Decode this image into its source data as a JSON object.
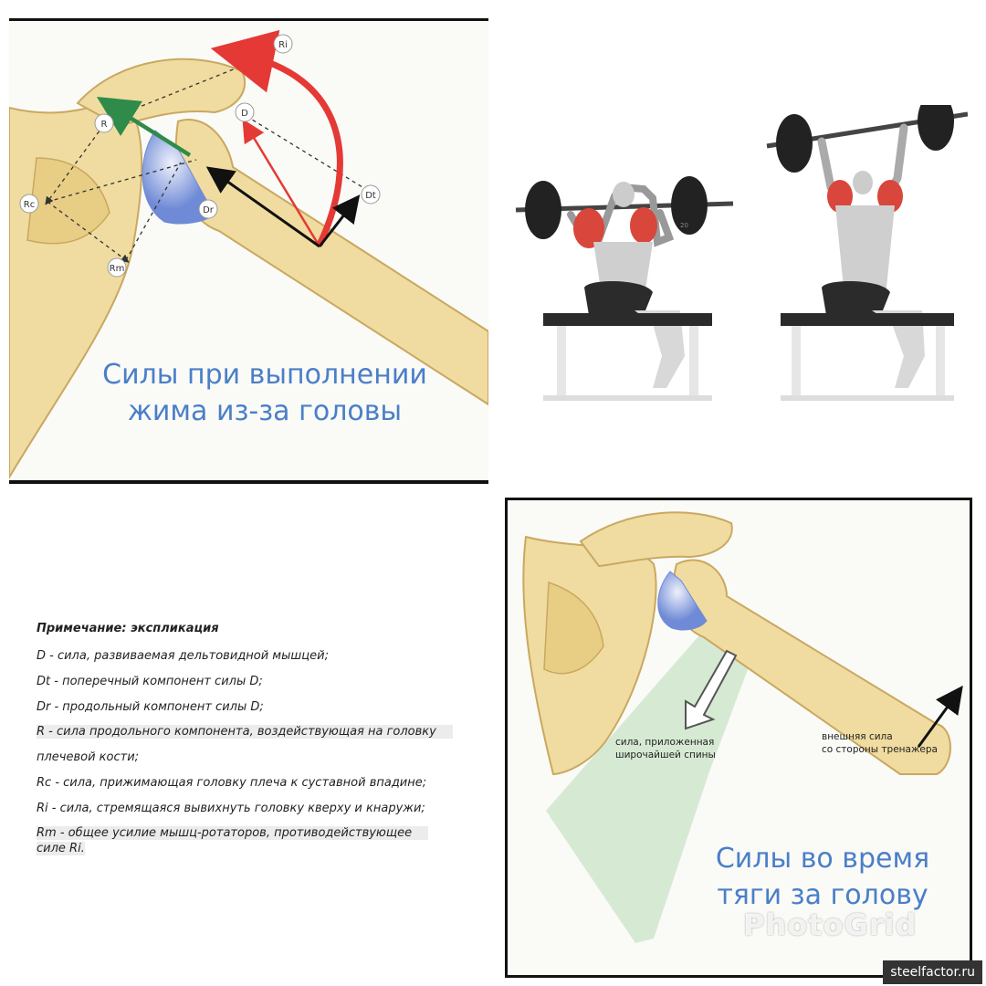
{
  "panel1": {
    "caption_line1": "Силы при выполнении",
    "caption_line2": "жима из-за головы",
    "labels": {
      "ri": "Ri",
      "r": "R",
      "d": "D",
      "dt": "Dt",
      "rc": "Rc",
      "dr": "Dr",
      "rm": "Rm"
    },
    "colors": {
      "bone": "#f0dca0",
      "bone_stroke": "#c9a860",
      "arrow_red": "#e53935",
      "arrow_green": "#2e8b4a",
      "arrow_black": "#111111",
      "joint_blue": "#8fa8e0"
    }
  },
  "panel2": {
    "illustration": "seated-barbell-overhead-press",
    "plate_text": "20",
    "colors": {
      "muscle": "#d9463b",
      "bench": "#2b2b2b",
      "bar": "#444444"
    }
  },
  "notes": {
    "title": "Примечание: экспликация",
    "lines": [
      "D - сила, развиваемая дельтовидной мышцей;",
      "Dt - поперечный компонент силы D;",
      "Dr - продольный компонент силы D;",
      "R - сила продольного компонента, воздействующая на головку",
      "плечевой кости;",
      "Rc - сила, прижимающая головку плеча к суставной впадине;",
      "Ri - сила, стремящаяся вывихнуть головку кверху и кнаружи;",
      "Rm - общее усилие мышц-ротаторов, противодействующее",
      "силе Ri."
    ]
  },
  "panel4": {
    "label_lat_1": "сила, приложенная",
    "label_lat_2": "широчайшей спины",
    "label_ext_1": "внешняя сила",
    "label_ext_2": "со стороны тренажера",
    "caption_line1": "Силы во время",
    "caption_line2": "тяги за голову",
    "watermark": "PhotoGrid",
    "colors": {
      "lat_zone": "#cfe6cc"
    }
  },
  "site": "steelfactor.ru"
}
